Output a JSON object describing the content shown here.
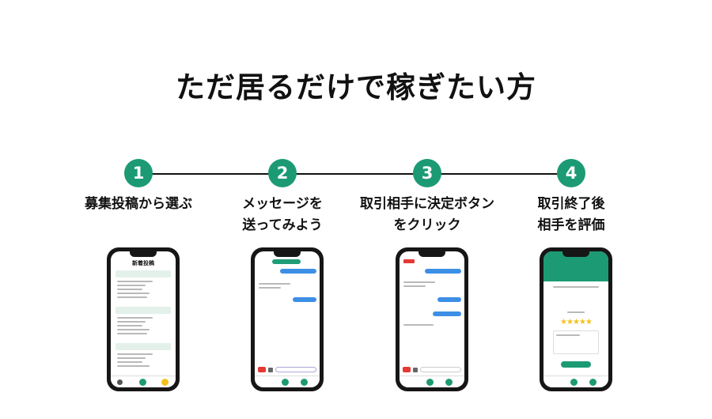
{
  "title": "ただ居るだけで稼ぎたい方",
  "accent_color": "#1c9a73",
  "steps": [
    {
      "number": "1",
      "label_line1": "募集投稿から選ぶ",
      "label_line2": ""
    },
    {
      "number": "2",
      "label_line1": "メッセージを",
      "label_line2": "送ってみよう"
    },
    {
      "number": "3",
      "label_line1": "取引相手に決定ボタン",
      "label_line2": "をクリック"
    },
    {
      "number": "4",
      "label_line1": "取引終了後",
      "label_line2": "相手を評価"
    }
  ],
  "phones": {
    "phone1_title": "新着投稿"
  }
}
